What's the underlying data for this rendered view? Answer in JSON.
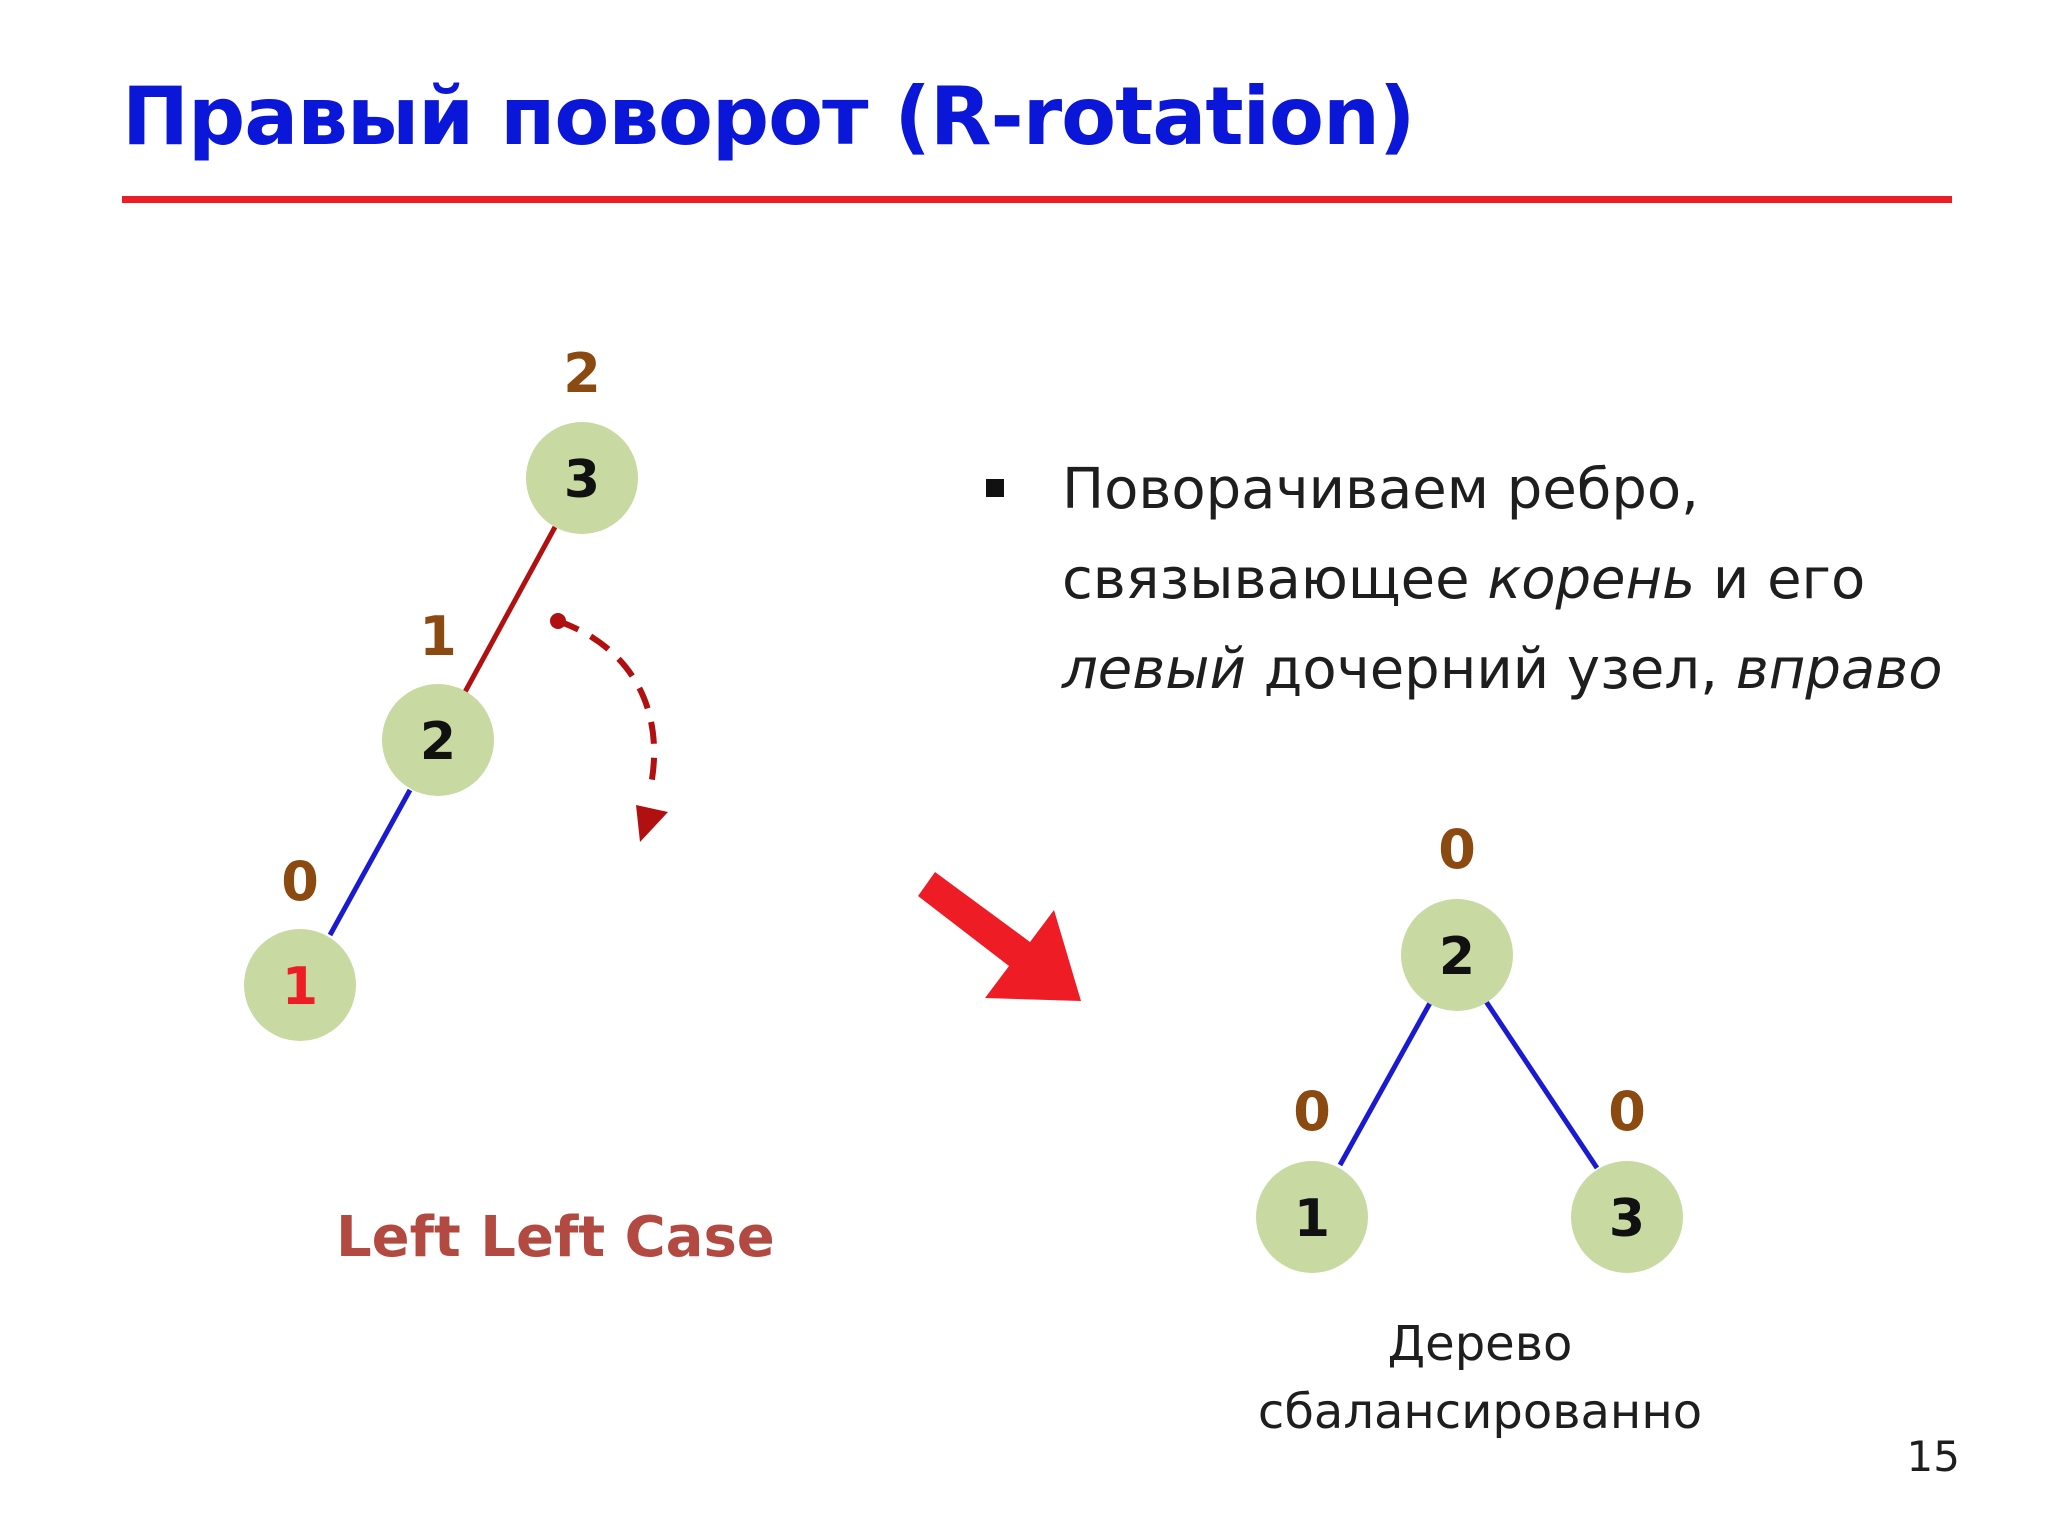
{
  "title": "Правый поворот (R-rotation)",
  "colors": {
    "title": "#0a16d8",
    "rule": "#ee1c24",
    "node_fill": "#c8d9a2",
    "node_text": "#111111",
    "new_node_text": "#ee1c24",
    "balance_factor": "#8b4a10",
    "edge_blue": "#1a1ad0",
    "edge_red": "#b01010",
    "arrow_red": "#ee1c24",
    "case_caption": "#b24a41"
  },
  "before_tree": {
    "nodes": [
      {
        "key": "3",
        "balance": "2"
      },
      {
        "key": "2",
        "balance": "1"
      },
      {
        "key": "1",
        "balance": "0",
        "highlight": true
      }
    ]
  },
  "after_tree": {
    "nodes": [
      {
        "key": "2",
        "balance": "0"
      },
      {
        "key": "1",
        "balance": "0"
      },
      {
        "key": "3",
        "balance": "0"
      }
    ]
  },
  "bullet": {
    "line1": "Поворачиваем ребро,",
    "line2_a": "связывающее ",
    "line2_b": "корень",
    "line2_c": " и его",
    "line3_a": "левый",
    "line3_b": " дочерний узел, ",
    "line3_c": "вправо"
  },
  "case_caption": "Left Left Case",
  "result_caption": {
    "line1": "Дерево",
    "line2": "сбалансированно"
  },
  "page_number": "15"
}
